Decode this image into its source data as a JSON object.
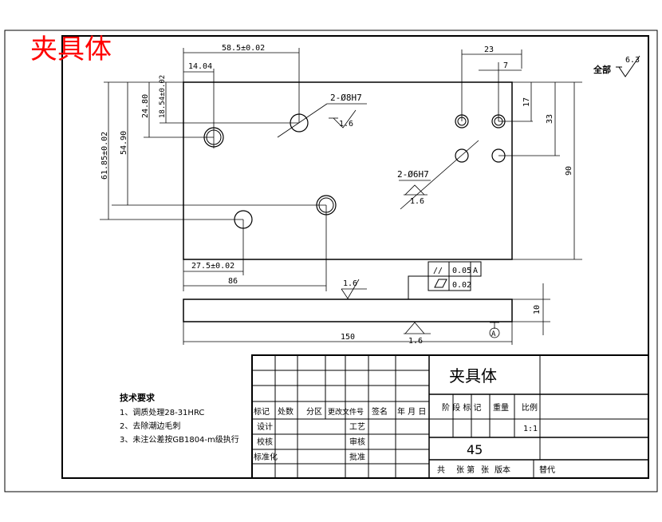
{
  "header_title": "夹具体",
  "surface_finish_all": {
    "label": "全部",
    "value": "6.3"
  },
  "dimensions": {
    "d_58_5": "58.5±0.02",
    "d_14_04": "14.04",
    "d_23": "23",
    "d_7": "7",
    "d_61_85": "61.85±0.02",
    "d_54_90": "54.90",
    "d_24_80": "24.80",
    "d_18_54": "18.54±0.02",
    "d_17": "17",
    "d_33": "33",
    "d_90": "90",
    "d_27_5": "27.5±0.02",
    "d_86": "86",
    "d_150": "150",
    "d_10": "10"
  },
  "holes": {
    "large_label": "2-Ø8H7",
    "large_finish": "1.6",
    "small_label": "2-Ø6H7",
    "small_finish": "1.6"
  },
  "tolerances": {
    "parallelism_symbol": "//",
    "parallelism_value": "0.05",
    "parallelism_datum": "A",
    "flatness_value": "0.02",
    "datum_label": "A"
  },
  "side_view_finish": {
    "top": "1.6",
    "bottom": "1.6"
  },
  "tech_requirements": {
    "title": "技术要求",
    "items": [
      "1、调质处理28-31HRC",
      "2、去除潮边毛刺",
      "3、未注公差按GB1804-m级执行"
    ]
  },
  "title_block": {
    "part_name": "夹具体",
    "material": "45",
    "headers": [
      "标记",
      "处数",
      "分区",
      "更改文件号",
      "签名",
      "年 月 日"
    ],
    "roles": [
      "设计",
      "校核",
      "标准化"
    ],
    "roles_right": [
      "工艺",
      "审核",
      "批准"
    ],
    "stage_labels": "阶 段 标 记",
    "weight_label": "重量",
    "scale_label": "比例",
    "scale_value": "1:1",
    "footer": [
      "共",
      "张 第",
      "张",
      "版本",
      "替代"
    ]
  }
}
